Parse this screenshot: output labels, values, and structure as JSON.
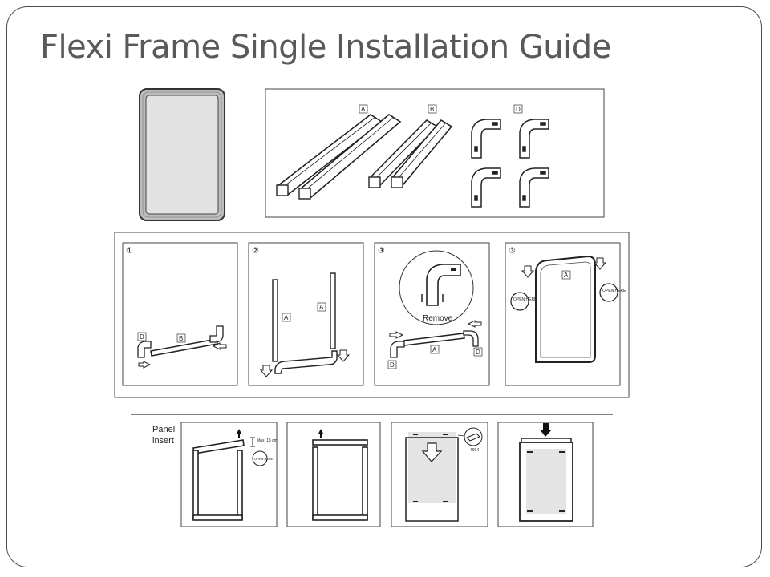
{
  "title": "Flexi Frame Single Installation Guide",
  "parts_labels": {
    "rail_a": "A",
    "rail_b": "B",
    "corner_d": "D"
  },
  "steps": [
    {
      "number": "①",
      "labels": [
        "D",
        "B"
      ]
    },
    {
      "number": "②",
      "labels": [
        "A",
        "A"
      ]
    },
    {
      "number": "③",
      "callout": "Remove",
      "labels": [
        "A",
        "D",
        "D"
      ]
    },
    {
      "number": "③",
      "labels": [
        "A"
      ],
      "tags": [
        "OPEN HERE",
        "OPEN HERE"
      ]
    }
  ],
  "panel_insert": {
    "label_line1": "Panel",
    "label_line2": "insert",
    "max_note": "Max. 15 cm",
    "open_tag": "OPEN HERE",
    "code": "4904"
  },
  "colors": {
    "line": "#222222",
    "panel_fill": "#e4e4e4",
    "frame_gray": "#b5b5b5",
    "title": "#595959"
  }
}
